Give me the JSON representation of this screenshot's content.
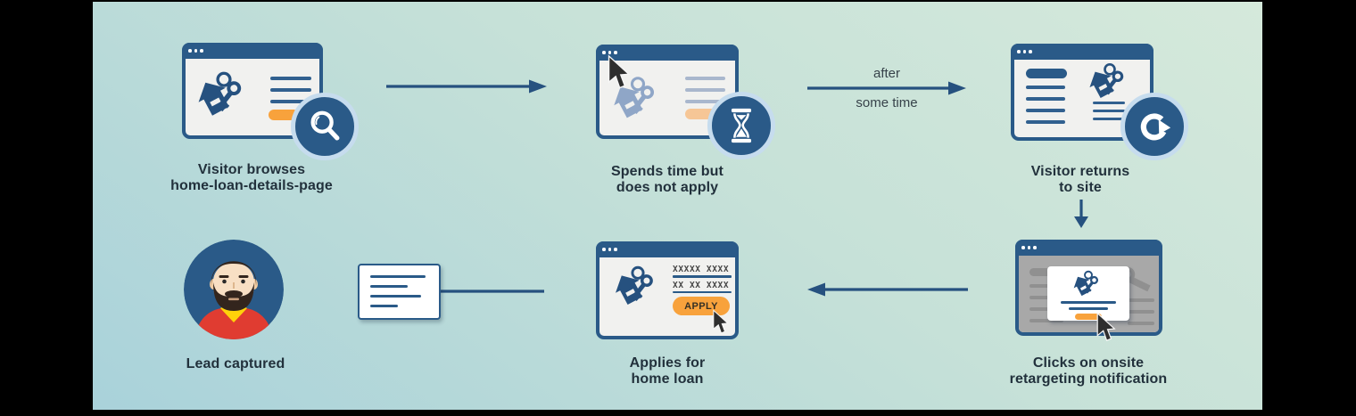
{
  "flow": {
    "steps": [
      {
        "caption": "Visitor browses\nhome-loan-details-page",
        "badge_icon": "magnifier-icon"
      },
      {
        "caption": "Spends time but\ndoes not apply",
        "badge_icon": "hourglass-icon"
      },
      {
        "caption": "Visitor returns\nto site",
        "badge_icon": "refresh-icon"
      },
      {
        "caption": "Clicks on onsite\nretargeting notification"
      },
      {
        "caption": "Applies for\nhome loan",
        "form": {
          "line_1": "XXXXX XXXX",
          "line_2": "XX XX XXXX",
          "button_label": "APPLY"
        }
      },
      {
        "caption": "Lead captured"
      }
    ],
    "transition_label": {
      "top": "after",
      "bottom": "some time"
    }
  },
  "icons": {
    "step_badges": [
      "magnifier-icon",
      "hourglass-icon",
      "refresh-icon"
    ],
    "page_icon": "home-keys-icon",
    "pointer": "cursor-arrow-icon",
    "lead": "male-avatar"
  },
  "colors": {
    "navy": "#2a5a88",
    "keys_navy": "#26517f",
    "muted_keys_blue": "#8fa6c7",
    "orange": "#f8a23c",
    "muted_orange": "#f6c696",
    "badge_halo": "#c6dcee",
    "paper": "#f1f1ef",
    "dim_page_gray": "#a8a8a8",
    "caption_text": "#22313c",
    "background_top": "#d5e9db",
    "background_bottom": "#a9d2da",
    "frame_bars": "#000000",
    "avatar_shirt_red": "#e03c31",
    "avatar_collar_yellow": "#ffd20a"
  }
}
